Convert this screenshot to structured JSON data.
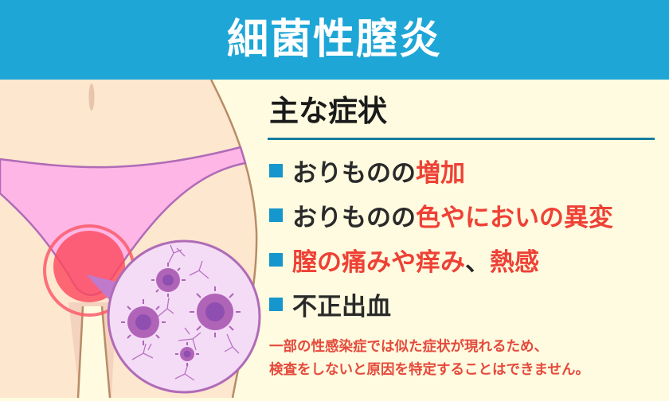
{
  "header": {
    "title": "細菌性膣炎",
    "background": "#1ea6d6"
  },
  "main": {
    "section_title": "主な症状",
    "symptoms": [
      {
        "plain": "おりものの",
        "highlight": "増加",
        "trail": ""
      },
      {
        "plain": "おりものの",
        "highlight": "色やにおいの異変",
        "trail": ""
      },
      {
        "plain": "",
        "highlight": "膣の痛みや痒み",
        "sep": "、",
        "highlight2": "熱感"
      },
      {
        "plain": "不正出血",
        "highlight": "",
        "trail": ""
      }
    ],
    "note_lines": [
      "一部の性感染症では似た症状が現れるため、",
      "検査をしないと原因を特定することはできません。"
    ]
  },
  "illustration": {
    "icons": [
      "torso-illustration",
      "underwear",
      "inflammation-marker",
      "magnifier-circle",
      "bacteria"
    ]
  },
  "colors": {
    "background": "#fefbe0",
    "accent_blue": "#1596cc",
    "rule": "#177da0",
    "highlight_red": "#ee4136",
    "note_red": "#e54a3c",
    "skin": "#fde7cf",
    "underwear": "#fdb6e6",
    "underwear_outline": "#b06bb7",
    "inflammation": "#fb5a6a",
    "magnifier_fill": "#f4dcf7",
    "bacteria": "#b064b8"
  }
}
